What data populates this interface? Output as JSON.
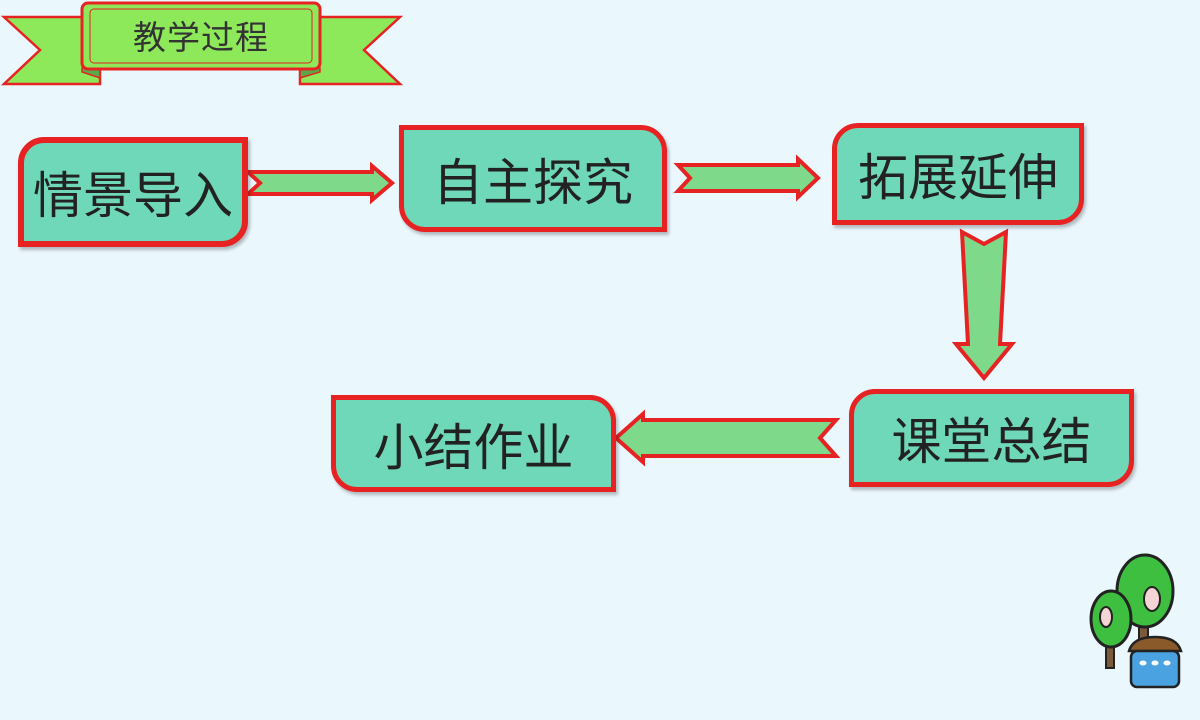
{
  "banner": {
    "title": "教学过程"
  },
  "nodes": {
    "intro": "情景导入",
    "explore": "自主探究",
    "extend": "拓展延伸",
    "summary": "课堂总结",
    "homework": "小结作业"
  },
  "colors": {
    "background": "#eaf7fd",
    "node_fill": "#6fd8b8",
    "border": "#e62222",
    "banner_fill": "#8de85a",
    "arrow_fill": "#7ed98a"
  },
  "icons": {
    "decoration": "tree-house-icon"
  }
}
